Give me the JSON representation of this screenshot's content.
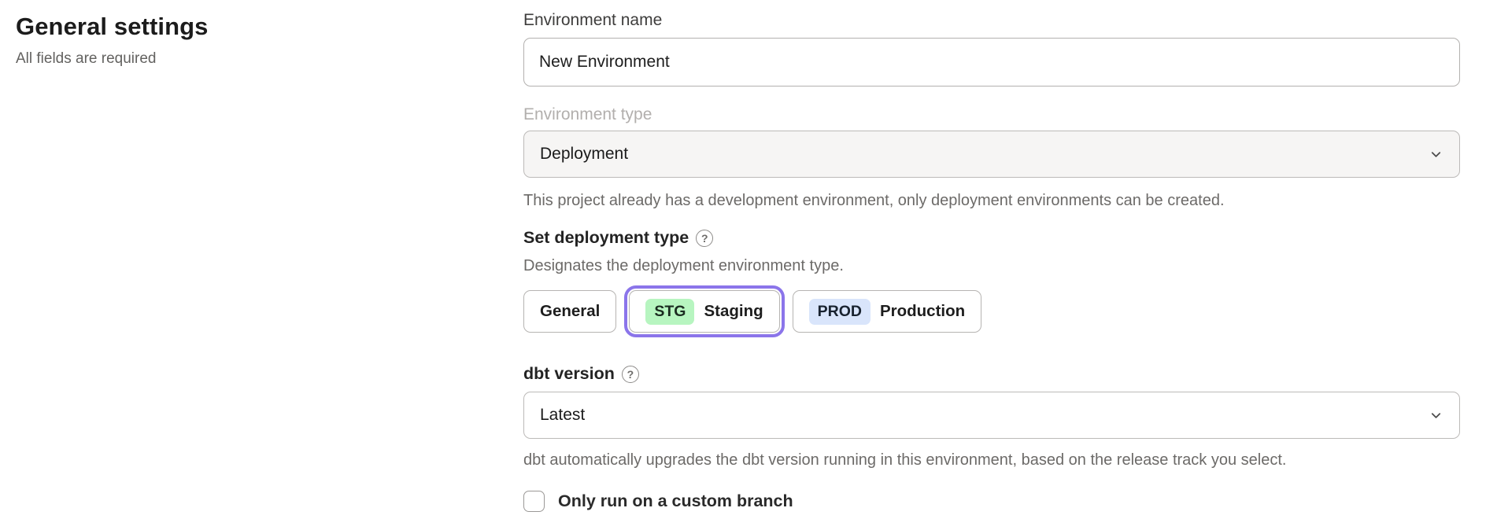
{
  "page": {
    "title": "General settings",
    "subtitle": "All fields are required"
  },
  "form": {
    "environment_name": {
      "label": "Environment name",
      "value": "New Environment"
    },
    "environment_type": {
      "label": "Environment type",
      "value": "Deployment",
      "disabled": true,
      "helper": "This project already has a development environment, only deployment environments can be created."
    },
    "deployment_type": {
      "label": "Set deployment type",
      "help_icon": "question-circle",
      "description": "Designates the deployment environment type.",
      "options": [
        {
          "label": "General",
          "badge": "",
          "selected": false
        },
        {
          "label": "Staging",
          "badge": "STG",
          "selected": true
        },
        {
          "label": "Production",
          "badge": "PROD",
          "selected": false
        }
      ]
    },
    "dbt_version": {
      "label": "dbt version",
      "help_icon": "question-circle",
      "value": "Latest",
      "helper": "dbt automatically upgrades the dbt version running in this environment, based on the release track you select."
    },
    "custom_branch": {
      "label": "Only run on a custom branch",
      "checked": false
    }
  },
  "colors": {
    "accent_ring": "#8b75ea",
    "staging_badge_bg": "#b7f5c0",
    "production_badge_bg": "#d9e5fb"
  }
}
